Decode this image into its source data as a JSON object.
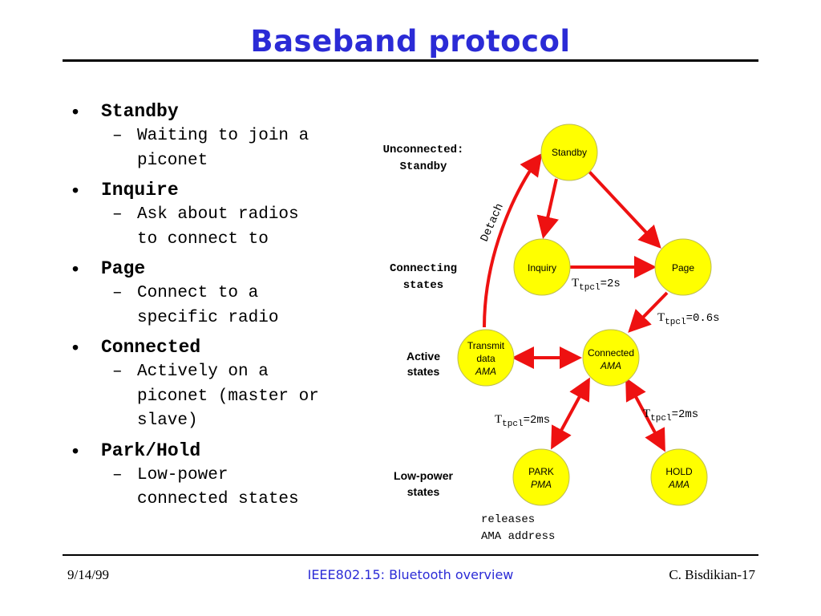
{
  "slide": {
    "title": "Baseband protocol",
    "footer_left": "9/14/99",
    "footer_center": "IEEE802.15: Bluetooth overview",
    "footer_right": "C. Bisdikian-17"
  },
  "bullets": [
    {
      "label": "Standby",
      "sub": "Waiting to join a\npiconet"
    },
    {
      "label": "Inquire",
      "sub": "Ask about radios\nto connect to"
    },
    {
      "label": "Page",
      "sub": "Connect to a\nspecific radio"
    },
    {
      "label": "Connected",
      "sub": "Actively on a\npiconet (master or\nslave)"
    },
    {
      "label": "Park/Hold",
      "sub": "Low-power\nconnected states"
    }
  ],
  "diagram": {
    "row_labels": {
      "unconnected_1": "Unconnected:",
      "unconnected_2": "Standby",
      "connecting_1": "Connecting",
      "connecting_2": "states",
      "active_1": "Active",
      "active_2": "states",
      "lowpower_1": "Low-power",
      "lowpower_2": "states"
    },
    "nodes": {
      "standby": {
        "line1": "Standby"
      },
      "inquiry": {
        "line1": "Inquiry"
      },
      "page": {
        "line1": "Page"
      },
      "transmit": {
        "line1": "Transmit",
        "line2": "data",
        "line3": "AMA"
      },
      "connected": {
        "line1": "Connected",
        "line2": "AMA"
      },
      "park": {
        "line1": "PARK",
        "line2": "PMA"
      },
      "hold": {
        "line1": "HOLD",
        "line2": "AMA"
      }
    },
    "edge_labels": {
      "detach": "Detach",
      "t_inq_page": {
        "base": "T",
        "sub": "tpcl",
        "value": "=2s"
      },
      "t_page_conn": {
        "base": "T",
        "sub": "tpcl",
        "value": "=0.6s"
      },
      "t_park": {
        "base": "T",
        "sub": "tpcl",
        "value": "=2ms"
      },
      "t_hold": {
        "base": "T",
        "sub": "tpcl",
        "value": "=2ms"
      }
    },
    "note_1": "releases",
    "note_2": "AMA address",
    "colors": {
      "node_fill": "#ffff00",
      "arrow": "#ee1111",
      "title": "#2b2bd6"
    }
  }
}
